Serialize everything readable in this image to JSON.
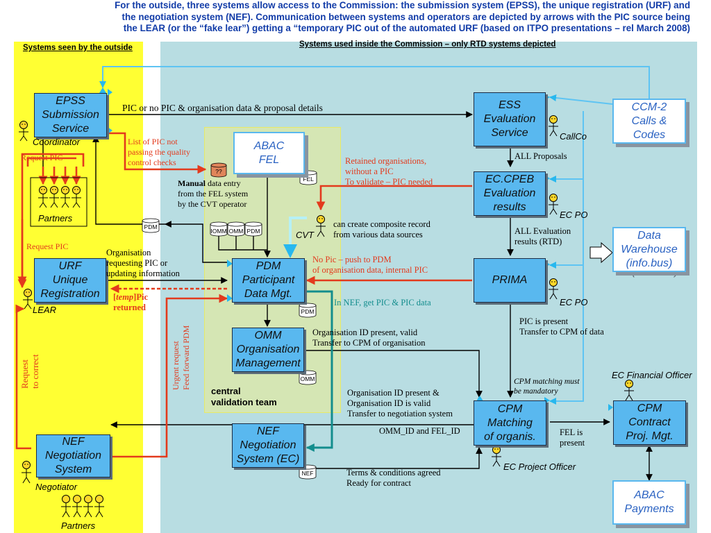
{
  "header": {
    "line1": "For the outside, three systems allow access to the Commission: the submission system (EPSS), the unique registration (URF)  and",
    "line2": "the negotiation system (NEF). Communication between systems and operators are depicted by arrows with the PIC source being",
    "line3": "the LEAR (or the “fake lear”) getting a “temporary PIC out of the automated URF (based on ITPO presentations – rel March 2008)"
  },
  "sections": {
    "outside": "Systems seen by the outside",
    "inside": "Systems used inside the Commission – only RTD systems depicted"
  },
  "boxes": {
    "epss": [
      "EPSS",
      "Submission",
      "Service"
    ],
    "urf": [
      "URF",
      "Unique",
      "Registration"
    ],
    "nef_outside": [
      "NEF",
      "Negotiation",
      "System"
    ],
    "abac_fel": [
      "ABAC",
      "FEL"
    ],
    "pdm": [
      "PDM",
      "Participant",
      "Data Mgt."
    ],
    "omm": [
      "OMM",
      "Organisation",
      "Management"
    ],
    "nef_ec": [
      "NEF",
      "Negotiation",
      "System (EC)"
    ],
    "ess": [
      "ESS",
      "Evaluation",
      "Service"
    ],
    "eccpeb": [
      "EC.CPEB",
      "Evaluation",
      "results"
    ],
    "prima": [
      "PRIMA"
    ],
    "cpm_matching": [
      "CPM",
      "Matching",
      "of organis."
    ],
    "cpm_contract": [
      "CPM",
      "Contract",
      "Proj. Mgt."
    ],
    "ccm2": [
      "CCM-2",
      "Calls &",
      "Codes"
    ],
    "ccm2_shadow": "Codes",
    "data_warehouse": [
      "Data",
      "Warehouse",
      "(info.bus)"
    ],
    "data_warehouse_shadow": "(info.bus)",
    "abac_payments": [
      "ABAC",
      "Payments"
    ]
  },
  "actors": {
    "coordinator": "Coordinator",
    "partners_top": "Partners",
    "lear": "LEAR",
    "negotiator": "Negotiator",
    "partners_bottom": "Partners",
    "callco": "CallCo",
    "ec_po_1": "EC PO",
    "ec_po_2": "EC PO",
    "cvt": "CVT",
    "ec_financial_officer": "EC Financial Officer",
    "ec_project_officer": "EC Project Officer"
  },
  "databases": {
    "pdm_small": "PDM",
    "fel": "FEL",
    "qq": "??",
    "iomm": "IOMM",
    "omm_cluster": "OMM",
    "pdm_cluster": "PDM",
    "pdm_under": "PDM",
    "omm_under": "OMM",
    "nef_under": "NEF"
  },
  "labels": {
    "pic_or_no_pic": "PIC or no PIC & organisation data & proposal details",
    "list_of_pic": [
      "List of PIC not",
      "passing the quality",
      "control checks"
    ],
    "manual_bold": "Manual",
    "manual_rest": " data entry",
    "manual_2": "from the FEL system",
    "manual_3": "by the CVT operator",
    "retained": [
      "Retained organisations,",
      "without a PIC",
      "To validate – PIC needed"
    ],
    "all_proposals": "ALL Proposals",
    "can_create": [
      "can create composite record",
      "from various data sources"
    ],
    "all_eval": [
      "ALL Evaluation",
      "results (RTD)"
    ],
    "request_pic_top": "Request PIC",
    "request_pic_mid": "Request PIC",
    "org_requesting": [
      "Organisation",
      "requesting PIC or",
      "updating information"
    ],
    "temp_pic_open": "[",
    "temp_pic_it": "temp",
    "temp_pic_close": "]Pic",
    "temp_pic_2": "returned",
    "no_pic": [
      "No Pic – push to PDM",
      "of organisation data, internal PIC"
    ],
    "in_nef": "In NEF, get PIC & PIC data",
    "org_id_present": [
      "Organisation ID present, valid",
      "Transfer to CPM of organisation"
    ],
    "pic_is_present": [
      "PIC is present",
      "Transfer to CPM of data"
    ],
    "cpm_must": [
      "CPM matching must",
      "be mandatory"
    ],
    "org_id_valid": [
      "Organisation ID present &",
      "Organisation ID is valid",
      "Transfer to negotiation system"
    ],
    "omm_fel": "OMM_ID and FEL_ID",
    "fel_present": [
      "FEL is",
      "present"
    ],
    "terms": [
      "Terms & conditions agreed",
      "Ready for contract"
    ],
    "request_correct": [
      "Request",
      "to correct"
    ],
    "urgent_request": [
      "Urgent request",
      "Feed forward PDM"
    ],
    "central_team": [
      "central",
      "validation team"
    ]
  },
  "colors": {
    "blue_box": "#59b8ef",
    "red_arrow": "#e33a1d",
    "teal_arrow": "#138d8d",
    "light_blue_arrow": "#5ec4f3",
    "header_text": "#123ca8",
    "left_panel": "#ffff33",
    "right_panel": "#b8dde2"
  }
}
